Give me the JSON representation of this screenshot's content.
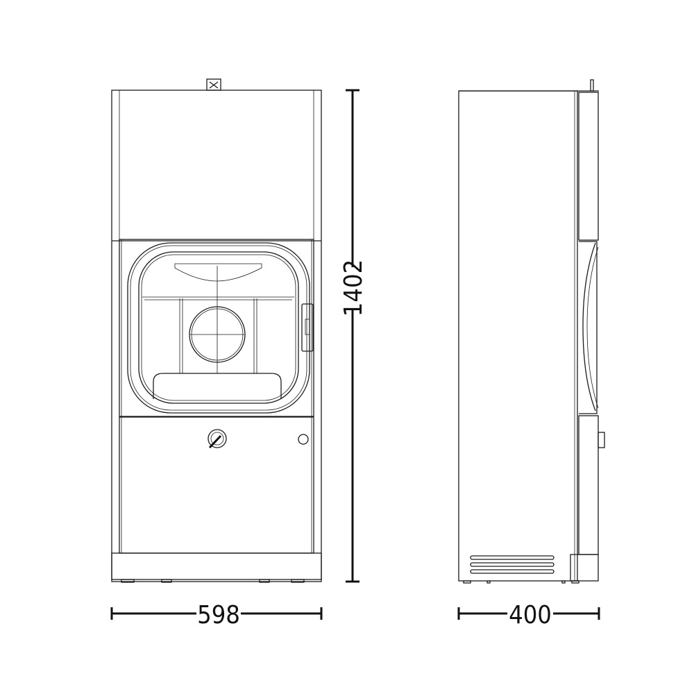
{
  "drawing": {
    "front_view": {
      "height_dimension": "1402",
      "width_dimension": "598"
    },
    "side_view": {
      "depth_dimension": "400"
    },
    "line_color": "#1a1a1a",
    "background": "#ffffff"
  }
}
